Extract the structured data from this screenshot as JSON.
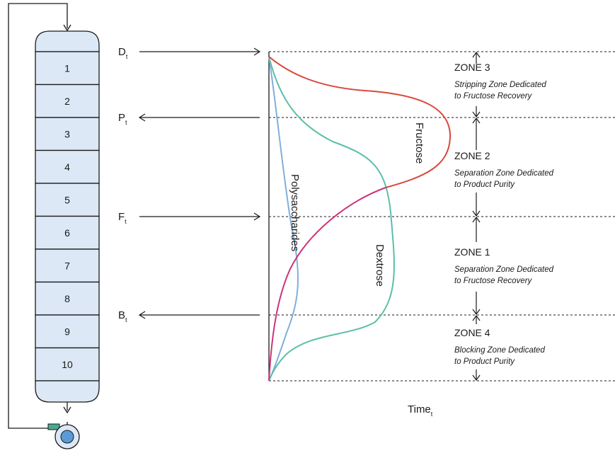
{
  "column": {
    "segments": [
      "1",
      "2",
      "3",
      "4",
      "5",
      "6",
      "7",
      "8",
      "9",
      "10"
    ]
  },
  "streams": [
    {
      "main": "D",
      "sub": "t",
      "direction": "in"
    },
    {
      "main": "P",
      "sub": "t",
      "direction": "out"
    },
    {
      "main": "F",
      "sub": "t",
      "direction": "in"
    },
    {
      "main": "B",
      "sub": "t",
      "direction": "out"
    }
  ],
  "zones": [
    {
      "title": "ZONE 3",
      "line1": "Stripping Zone Dedicated",
      "line2": "to Fructose Recovery"
    },
    {
      "title": "ZONE 2",
      "line1": "Separation Zone Dedicated",
      "line2": "to Product Purity"
    },
    {
      "title": "ZONE 1",
      "line1": "Separation Zone Dedicated",
      "line2": "to Fructose Recovery"
    },
    {
      "title": "ZONE 4",
      "line1": "Blocking Zone Dedicated",
      "line2": "to Product Purity"
    }
  ],
  "curves": {
    "fructose": {
      "label": "Fructose",
      "color": "#d9483b"
    },
    "dextrose": {
      "label": "Dextrose",
      "color": "#5bbfa8"
    },
    "polysaccharides": {
      "label": "Polysaccharides",
      "color": "#7fb0dc"
    },
    "fructose_tail_color": "#cc3377"
  },
  "axis": {
    "main": "Time",
    "sub": "t"
  },
  "colors": {
    "segment_fill": "#dce8f6",
    "line": "#1a1a1a",
    "pump_fill": "#5b9bd5",
    "pump_ring": "#dce8f6",
    "valve": "#4aaa90"
  }
}
